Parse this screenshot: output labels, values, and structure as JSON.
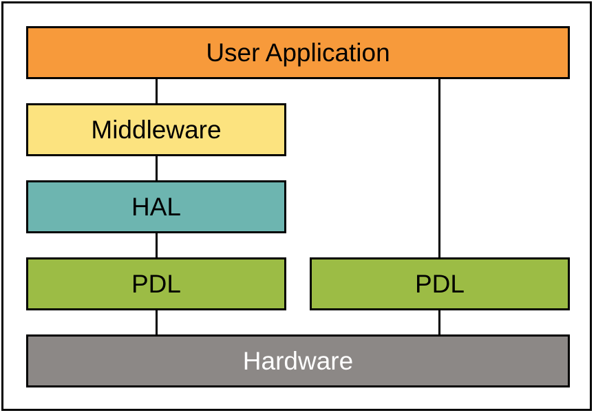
{
  "diagram": {
    "blocks": {
      "user_application": {
        "label": "User Application",
        "color": "#F79A3B"
      },
      "middleware": {
        "label": "Middleware",
        "color": "#FCE37F"
      },
      "hal": {
        "label": "HAL",
        "color": "#6DB5B0"
      },
      "pdl_left": {
        "label": "PDL",
        "color": "#9CBC45"
      },
      "pdl_right": {
        "label": "PDL",
        "color": "#9CBC45"
      },
      "hardware": {
        "label": "Hardware",
        "color": "#8C8886",
        "text_color": "#FFFFFF"
      }
    }
  }
}
